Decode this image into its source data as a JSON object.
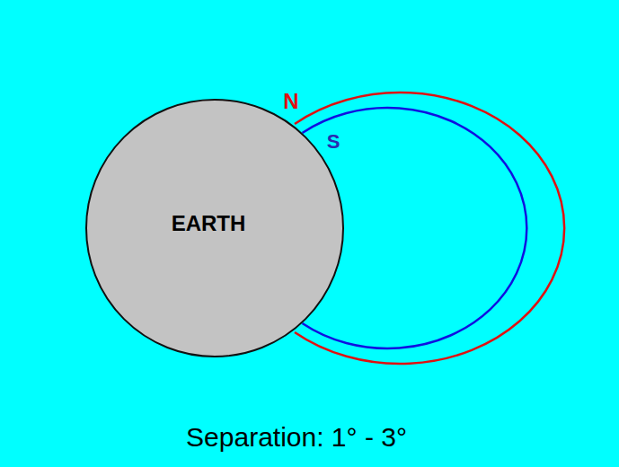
{
  "diagram": {
    "caption": "Separation: 1° - 3°",
    "nodes": [
      {
        "text": [
          "EARTH"
        ]
      }
    ],
    "labels": [
      "N",
      "S"
    ]
  }
}
